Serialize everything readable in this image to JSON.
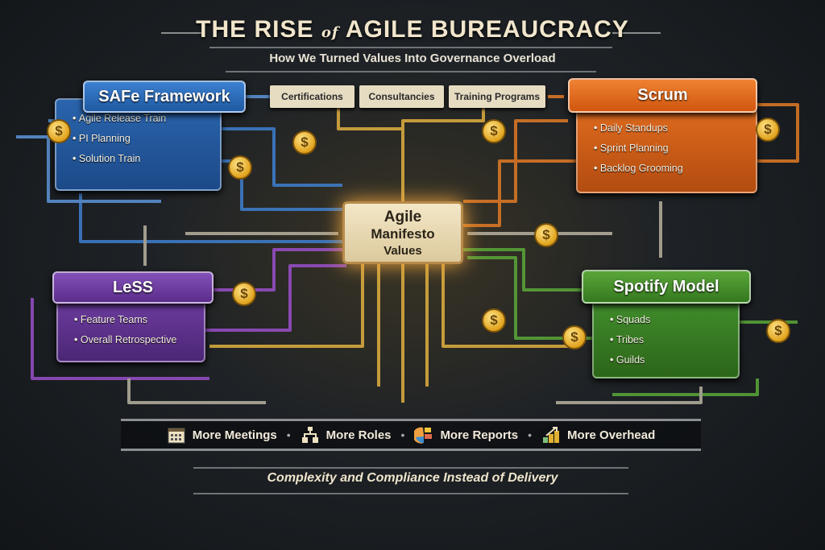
{
  "title": {
    "main_a": "THE RISE",
    "of": "of",
    "main_b": "AGILE BUREAUCRACY",
    "subtitle": "How We Turned Values Into Governance Overload"
  },
  "tags": [
    "Certifications",
    "Consultancies",
    "Training Programs"
  ],
  "center": {
    "line1": "Agile",
    "line2": "Manifesto",
    "line3": "Values"
  },
  "frameworks": {
    "safe": {
      "title": "SAFe Framework",
      "items": [
        "Agile Release Train",
        "PI Planning",
        "Solution Train"
      ],
      "color": "#2c6cb8"
    },
    "scrum": {
      "title": "Scrum",
      "items": [
        "Daily Standups",
        "Sprint Planning",
        "Backlog Grooming"
      ],
      "color": "#e0661a"
    },
    "less": {
      "title": "LeSS",
      "items": [
        "Feature Teams",
        "Overall Retrospective"
      ],
      "color": "#6a3a98"
    },
    "spotify": {
      "title": "Spotify Model",
      "items": [
        "Squads",
        "Tribes",
        "Guilds"
      ],
      "color": "#3f8a2c"
    }
  },
  "coin_symbol": "$",
  "bottom_bar": [
    {
      "icon": "calendar-icon",
      "label": "More Meetings"
    },
    {
      "icon": "org-chart-icon",
      "label": "More Roles"
    },
    {
      "icon": "pie-chart-icon",
      "label": "More Reports"
    },
    {
      "icon": "rising-bar-chart-icon",
      "label": "More Overhead"
    }
  ],
  "tagline": "Complexity and Compliance Instead of Delivery"
}
